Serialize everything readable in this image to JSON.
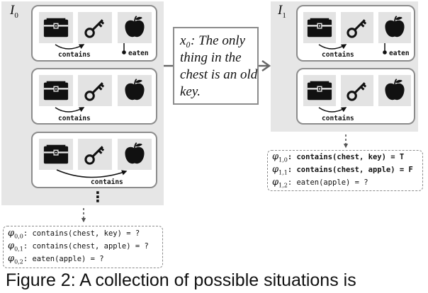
{
  "left_panel": {
    "label": "I",
    "label_sub": "0",
    "world_cards": [
      {
        "arrow_label": "contains",
        "status_label": "eaten"
      },
      {
        "arrow_label": "contains"
      },
      {
        "arrow_label": "contains"
      }
    ],
    "more_indicator": "⋮"
  },
  "right_panel": {
    "label": "I",
    "label_sub": "1",
    "world_cards": [
      {
        "arrow_label": "contains",
        "status_label": "eaten"
      },
      {
        "arrow_label": "contains"
      }
    ]
  },
  "observation": {
    "text": "x₀: The only thing in the chest is an old key."
  },
  "formulas_left": [
    {
      "phi": "φ",
      "sub": "0,0",
      "text": ": contains(chest, key) = ?"
    },
    {
      "phi": "φ",
      "sub": "0,1",
      "text": ": contains(chest, apple) = ?"
    },
    {
      "phi": "φ",
      "sub": "0,2",
      "text": ": eaten(apple) = ?"
    }
  ],
  "formulas_right": [
    {
      "phi": "φ",
      "sub": "1,0",
      "text": ": contains(chest, key) = T"
    },
    {
      "phi": "φ",
      "sub": "1,1",
      "text": ": contains(chest, apple) = F"
    },
    {
      "phi": "φ",
      "sub": "1,2",
      "text": ": eaten(apple) = ?"
    }
  ],
  "icons": [
    "chest-icon",
    "key-icon",
    "apple-icon"
  ],
  "caption": "Figure 2: A collection of possible situations is"
}
